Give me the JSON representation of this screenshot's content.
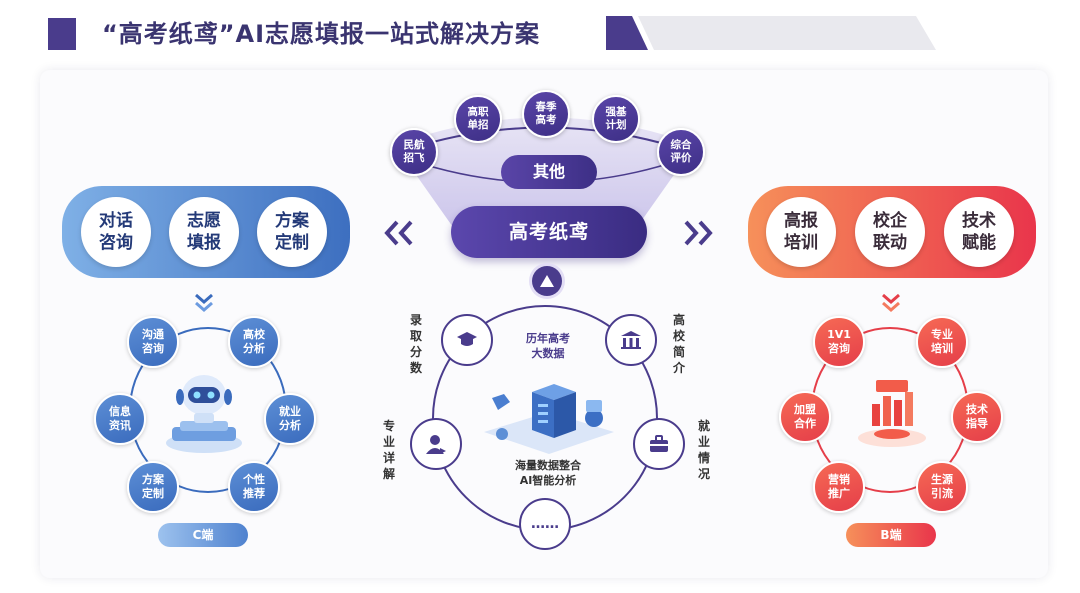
{
  "header": {
    "title": "“高考纸鸢”AI志愿填报一站式解决方案"
  },
  "colors": {
    "brand_purple": "#4a3c8c",
    "c_blue": "#3a6bbd",
    "b_red": "#e53e49",
    "b_orange": "#f47a3f"
  },
  "center": {
    "hub_label": "高考纸鸢",
    "other_label": "其他",
    "top_nodes": [
      "民航\n招飞",
      "高职\n单招",
      "春季\n高考",
      "强基\n计划",
      "综合\n评价"
    ],
    "data_title": "历年高考\n大数据",
    "data_bottom": "海量数据整合\nAI智能分析",
    "side_labels": {
      "admission": "录取分数",
      "college": "高校简介",
      "major": "专业详解",
      "employment": "就业情况"
    },
    "more_label": "……"
  },
  "left": {
    "buttons": [
      "对话\n咨询",
      "志愿\n填报",
      "方案\n定制"
    ],
    "nodes": [
      "沟通\n咨询",
      "高校\n分析",
      "就业\n分析",
      "个性\n推荐",
      "方案\n定制",
      "信息\n资讯"
    ],
    "tag": "C端"
  },
  "right": {
    "buttons": [
      "高报\n培训",
      "校企\n联动",
      "技术\n赋能"
    ],
    "nodes": [
      "1V1\n咨询",
      "专业\n培训",
      "技术\n指导",
      "生源\n引流",
      "营销\n推广",
      "加盟\n合作"
    ],
    "tag": "B端"
  },
  "icons": {
    "left_arrows": "double-chevron-left-icon",
    "right_arrows": "double-chevron-right-icon",
    "triangle": "triangle-up-icon",
    "robot": "robot-illustration",
    "bars": "bar-chart-illustration",
    "server": "data-server-illustration"
  }
}
